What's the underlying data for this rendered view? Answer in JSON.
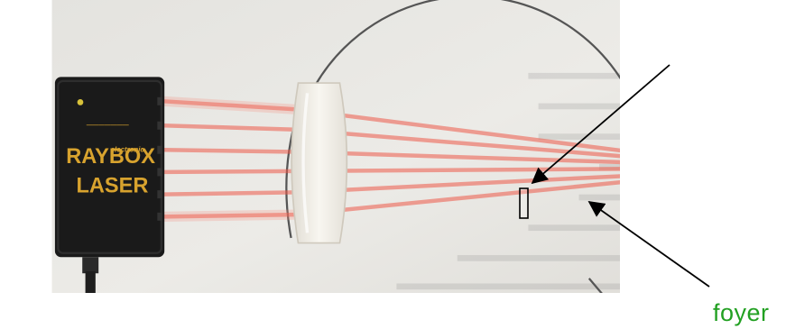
{
  "caption": {
    "label": "foyer"
  },
  "device": {
    "brand_small": "electronic",
    "brand_top": "RAYBOX",
    "brand_bottom": "LASER",
    "top_label": "———————"
  },
  "colors": {
    "photo_background": "#e9e8e4",
    "beam": "#ee5a4a",
    "eye_outline": "#555555",
    "label_green": "#22a022",
    "device_body": "#1a1a1a",
    "device_text": "#d8a32e"
  },
  "icons": {
    "marker": "focus-marker-rectangle",
    "arrow": "pointer-arrow"
  }
}
